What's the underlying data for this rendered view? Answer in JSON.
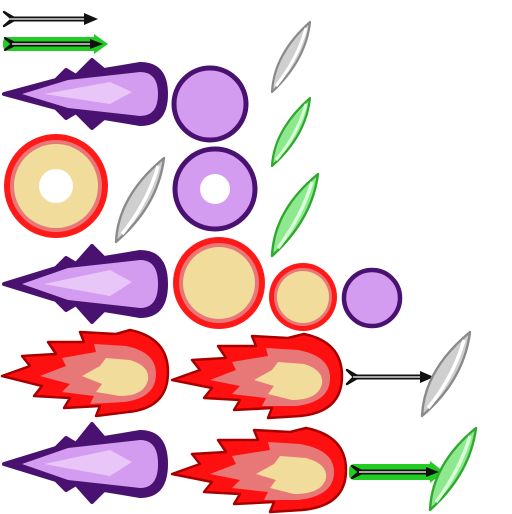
{
  "sheet": {
    "sprites": [
      {
        "type": "arrow",
        "variant": "plain"
      },
      {
        "type": "arrow",
        "variant": "green-glow"
      },
      {
        "type": "purple-bolt",
        "variant": "large"
      },
      {
        "type": "purple-orb",
        "variant": "solid"
      },
      {
        "type": "leaf-blade",
        "variant": "silver"
      },
      {
        "type": "leaf-blade",
        "variant": "green"
      },
      {
        "type": "fire-ring",
        "variant": "hollow"
      },
      {
        "type": "leaf-blade",
        "variant": "silver"
      },
      {
        "type": "purple-orb",
        "variant": "hollow"
      },
      {
        "type": "leaf-blade",
        "variant": "green"
      },
      {
        "type": "purple-bolt",
        "variant": "large"
      },
      {
        "type": "fire-orb",
        "variant": "large"
      },
      {
        "type": "fire-orb",
        "variant": "medium"
      },
      {
        "type": "purple-orb",
        "variant": "small"
      },
      {
        "type": "fireball",
        "variant": "large"
      },
      {
        "type": "fireball",
        "variant": "large"
      },
      {
        "type": "arrow",
        "variant": "plain"
      },
      {
        "type": "leaf-blade",
        "variant": "silver"
      },
      {
        "type": "purple-bolt",
        "variant": "large"
      },
      {
        "type": "fireball",
        "variant": "large"
      },
      {
        "type": "arrow",
        "variant": "green-glow"
      },
      {
        "type": "leaf-blade",
        "variant": "green"
      }
    ]
  },
  "colors": {
    "purple_fill": "#d49cf0",
    "purple_edge": "#4a1270",
    "purple_highlight": "#e8c6f8",
    "fire_red": "#ff1010",
    "fire_dark": "#a80000",
    "fire_pink": "#e87878",
    "fire_core": "#f2dc9c",
    "ring_red": "#ff1a1a",
    "ring_core": "#f2dc9c",
    "blade_silver": "#cfcfcf",
    "blade_silver_edge": "#8a8a8a",
    "blade_green": "#8ee88e",
    "blade_green_edge": "#2ea82e",
    "arrow_black": "#111111",
    "arrow_glow": "#22cc22"
  }
}
